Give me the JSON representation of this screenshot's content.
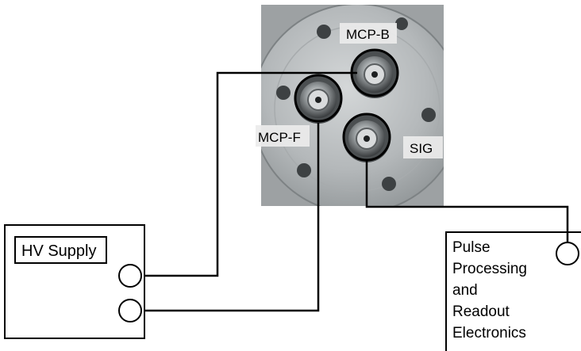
{
  "labels": {
    "mcp_b": "MCP-B",
    "mcp_f": "MCP-F",
    "sig": "SIG",
    "hv_supply": "HV Supply",
    "readout_lines": [
      "Pulse",
      "Processing",
      "and",
      "Readout",
      "Electronics"
    ]
  },
  "colors": {
    "wire": "#000000",
    "flange": "#b9bcbd",
    "photo_bg": "#9b9fa1",
    "label_bg": "#e9e9e9"
  },
  "icons": {
    "flange_photo": "vacuum-flange-photo",
    "connector": "bnc-connector-icon",
    "terminal": "terminal-circle-icon"
  }
}
